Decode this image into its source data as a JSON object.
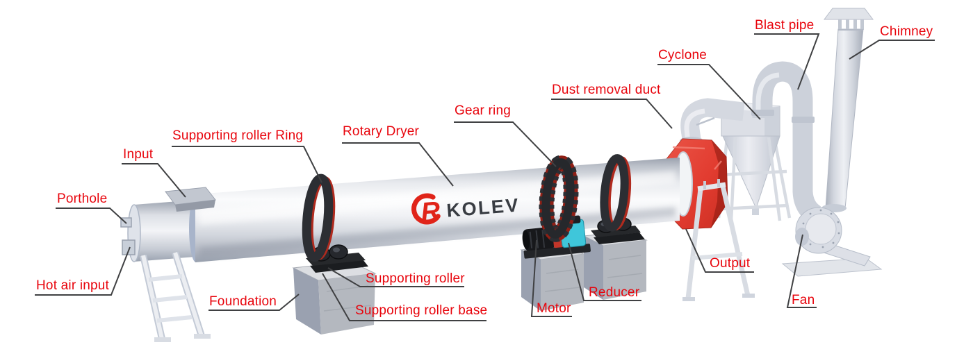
{
  "brand": {
    "logo_mark": "R",
    "logo_text": "KOLEV"
  },
  "labels": {
    "porthole": "Porthole",
    "input": "Input",
    "supporting_roller_ring": "Supporting roller Ring",
    "hot_air_input": "Hot air input",
    "rotary_dryer": "Rotary Dryer",
    "gear_ring": "Gear ring",
    "dust_removal_duct": "Dust removal duct",
    "cyclone": "Cyclone",
    "blast_pipe": "Blast pipe",
    "chimney": "Chimney",
    "foundation": "Foundation",
    "supporting_roller": "Supporting roller",
    "supporting_roller_base": "Supporting roller base",
    "motor": "Motor",
    "reducer": "Reducer",
    "output": "Output",
    "fan": "Fan"
  },
  "colors": {
    "label_red": "#e8040c",
    "leader_gray": "#3f4042",
    "hood_red": "#e23c30",
    "hood_red_dark": "#8f1a10",
    "reducer_cyan": "#3fc6da",
    "coupling_red": "#c2362a",
    "motor_black": "#17181b",
    "ring_dark": "#2c2e33",
    "ring_red": "#b02a1e",
    "machinery_gray": "#d4d8e0",
    "concrete_gray": "#b6bac1",
    "logo_red": "#e02419",
    "logo_dark": "#383c42",
    "background": "#ffffff"
  }
}
